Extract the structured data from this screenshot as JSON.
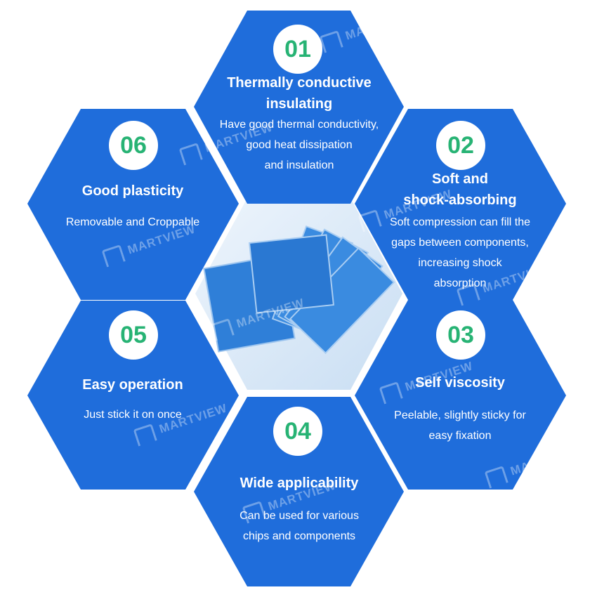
{
  "features": [
    {
      "number": "01",
      "title": "Thermally conductive\ninsulating",
      "desc": "Have good thermal conductivity,\ngood heat dissipation\nand insulation"
    },
    {
      "number": "02",
      "title": "Soft and\nshock-absorbing",
      "desc": "Soft compression can fill the\ngaps between components,\nincreasing shock\nabsorption"
    },
    {
      "number": "03",
      "title": "Self viscosity",
      "desc": "Peelable, slightly sticky for\neasy fixation"
    },
    {
      "number": "04",
      "title": "Wide applicability",
      "desc": "Can be used for various\nchips and components"
    },
    {
      "number": "05",
      "title": "Easy operation",
      "desc": "Just stick it on once"
    },
    {
      "number": "06",
      "title": "Good plasticity",
      "desc": "Removable and Croppable"
    }
  ],
  "watermark": "MARTVIEW",
  "colors": {
    "hex_blue": "#1f6ddb",
    "number_green": "#27b374",
    "center_light": "#dcebf7"
  }
}
